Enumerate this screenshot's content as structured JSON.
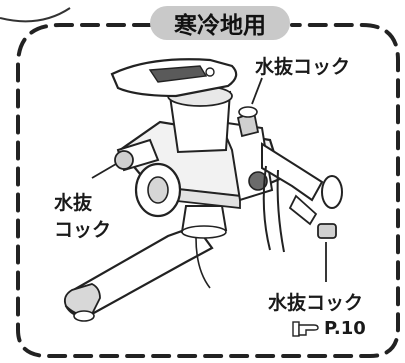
{
  "title": "寒冷地用",
  "labels": {
    "drain_top_right": "水抜コック",
    "drain_left_line1": "水抜",
    "drain_left_line2": "コック",
    "drain_bottom_right": "水抜コック",
    "page_ref": "P.10"
  },
  "icons": {
    "page_ref_icon": "pointing-hand-icon"
  }
}
